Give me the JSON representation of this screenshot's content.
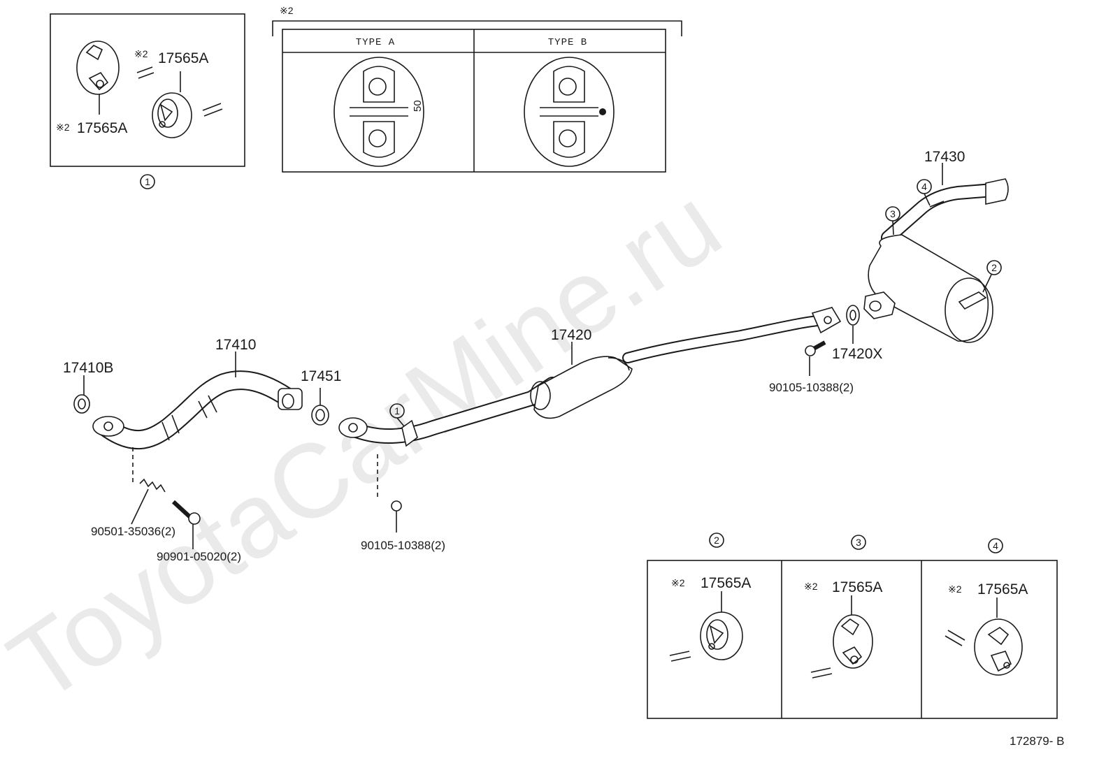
{
  "watermark": "ToyotaCarMine.ru",
  "drawing_code": "172879- B",
  "note_mark": "※2",
  "parts": {
    "p17410B": "17410B",
    "p17410": "17410",
    "p17451": "17451",
    "p17420": "17420",
    "p17420X": "17420X",
    "p17430": "17430",
    "bolt_a": "90105-10388(2)",
    "bolt_b": "90105-10388(2)",
    "spring": "90501-35036(2)",
    "bolt_c": "90901-05020(2)",
    "hanger": "17565A"
  },
  "types": {
    "a": "TYPE A",
    "b": "TYPE B",
    "a_mark": "50"
  },
  "callouts": {
    "c1": "1",
    "c2": "2",
    "c3": "3",
    "c4": "4"
  }
}
